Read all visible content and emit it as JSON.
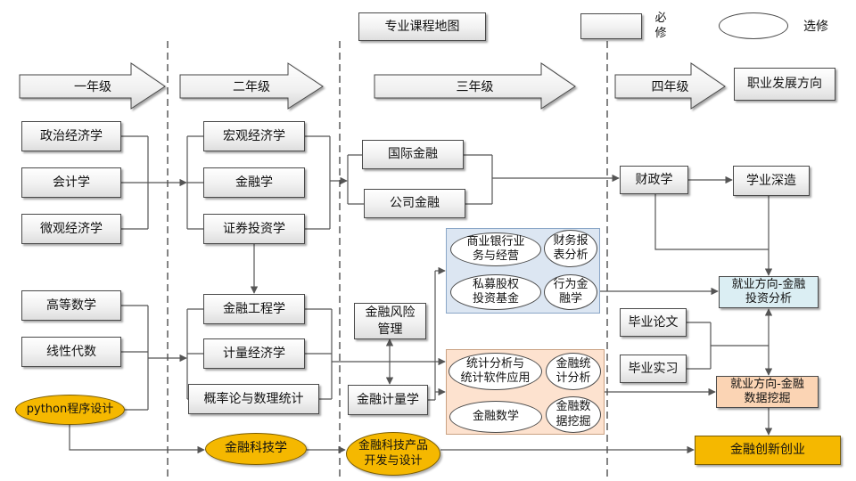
{
  "title": "专业课程地图",
  "legend": {
    "required_lines": [
      "必",
      "修"
    ],
    "elective": "选修"
  },
  "grades": {
    "year1": "一年级",
    "year2": "二年级",
    "year3": "三年级",
    "year4": "四年级",
    "career": "职业发展方向"
  },
  "year1": {
    "political_economy": "政治经济学",
    "accounting": "会计学",
    "microeconomics": "微观经济学",
    "advanced_math": "高等数学",
    "linear_algebra": "线性代数",
    "python": "python程序设计"
  },
  "year2": {
    "macroeconomics": "宏观经济学",
    "finance": "金融学",
    "securities_investment": "证券投资学",
    "financial_engineering": "金融工程学",
    "econometrics": "计量经济学",
    "probability_statistics": "概率论与数理统计",
    "fintech": "金融科技学"
  },
  "year3": {
    "international_finance": "国际金融",
    "corporate_finance": "公司金融",
    "risk_management_lines": [
      "金融风险",
      "管理"
    ],
    "financial_econometrics": "金融计量学",
    "fintech_product_lines": [
      "金融科技产品",
      "开发与设计"
    ],
    "investment_electives": [
      [
        "商业银行业",
        "务与经营"
      ],
      [
        "财务报",
        "表分析"
      ],
      [
        "私募股权",
        "投资基金"
      ],
      [
        "行为金",
        "融学"
      ]
    ],
    "data_electives": [
      [
        "统计分析与",
        "统计软件应用"
      ],
      [
        "金融统",
        "计分析"
      ],
      [
        "金融数学"
      ],
      [
        "金融数",
        "据挖掘"
      ]
    ]
  },
  "year4": {
    "public_finance": "财政学",
    "thesis": "毕业论文",
    "internship": "毕业实习"
  },
  "career": {
    "further_study": "学业深造",
    "investment_analysis_lines": [
      "就业方向-金融",
      "投资分析"
    ],
    "data_mining_lines": [
      "就业方向-金融",
      "数据挖掘"
    ],
    "entrepreneurship": "金融创新创业"
  },
  "colors": {
    "highlight_orange": "#f5b800",
    "investment_group": "#dce6f2",
    "data_group": "#fde2cf",
    "career_investment": "#dbeef3",
    "career_data": "#fbd4b4"
  }
}
